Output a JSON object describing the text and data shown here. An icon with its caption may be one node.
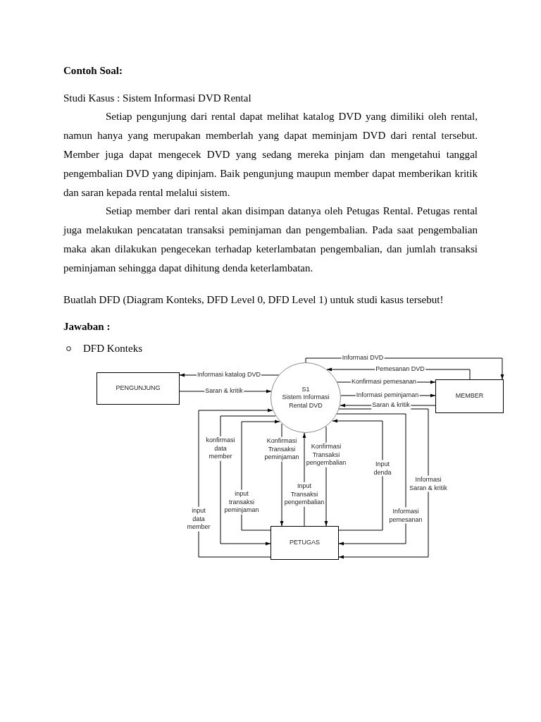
{
  "diagram": {
    "title": "Contoh Soal:",
    "nodes": [
      {
        "text": [
          "PENGUNJUNG"
        ]
      },
      {
        "text": [
          "S1",
          "Sistem Informasi Rental DVD"
        ]
      },
      {
        "text": [
          "MEMBER"
        ]
      },
      {
        "text": [
          "PETUGAS"
        ]
      }
    ],
    "edges": [
      {
        "from": 1,
        "to": 0,
        "arrow": "to",
        "label": "Informasi katalog DVD"
      },
      {
        "from": 0,
        "to": 1,
        "arrow": "to",
        "label": "Saran & kritik"
      },
      {
        "from": 1,
        "to": 2,
        "arrow": "to",
        "label": "Informasi DVD"
      },
      {
        "from": 2,
        "to": 1,
        "arrow": "to",
        "label": "Pemesanan DVD"
      },
      {
        "from": 1,
        "to": 2,
        "arrow": "to",
        "label": "Konfirmasi pemesanan"
      },
      {
        "from": 1,
        "to": 2,
        "arrow": "to",
        "label": "Informasi peminjaman"
      },
      {
        "from": 2,
        "to": 1,
        "arrow": "to",
        "label": "Saran & kritik"
      },
      {
        "from": 3,
        "to": 1,
        "arrow": "to",
        "label": "input data member"
      },
      {
        "from": 1,
        "to": 3,
        "arrow": "to",
        "label": "konfirmasi data member"
      },
      {
        "from": 3,
        "to": 1,
        "arrow": "to",
        "label": "input transaksi peminjaman"
      },
      {
        "from": 1,
        "to": 3,
        "arrow": "to",
        "label": "Konfirmasi Transaksi peminjaman"
      },
      {
        "from": 3,
        "to": 1,
        "arrow": "to",
        "label": "Input Transaksi pengembalian"
      },
      {
        "from": 1,
        "to": 3,
        "arrow": "to",
        "label": "Konfirmasi Transaksi pengembalian"
      },
      {
        "from": 3,
        "to": 1,
        "arrow": "to",
        "label": "Input denda"
      },
      {
        "from": 1,
        "to": 3,
        "arrow": "to",
        "label": "Informasi pemesanan"
      },
      {
        "from": 1,
        "to": 3,
        "arrow": "to",
        "label": "Informasi Saran & kritik"
      }
    ],
    "labels": [
      "Studi Kasus : Sistem Informasi DVD Rental",
      "Setiap pengunjung dari rental dapat melihat katalog DVD yang dimiliki oleh rental, namun hanya yang merupakan memberlah yang dapat meminjam DVD dari rental tersebut. Member juga dapat mengecek DVD yang sedang mereka pinjam dan mengetahui tanggal pengembalian DVD yang dipinjam. Baik pengunjung maupun member dapat memberikan kritik dan saran kepada rental melalui sistem.",
      "Setiap member dari rental akan disimpan datanya oleh Petugas Rental. Petugas rental juga melakukan pencatatan transaksi peminjaman dan pengembalian. Pada saat pengembalian maka akan dilakukan pengecekan terhadap keterlambatan pengembalian, dan jumlah transaksi peminjaman sehingga dapat dihitung denda keterlambatan.",
      "Buatlah DFD (Diagram Konteks, DFD Level 0, DFD Level 1) untuk studi kasus tersebut!",
      "Jawaban :",
      "DFD Konteks"
    ]
  }
}
